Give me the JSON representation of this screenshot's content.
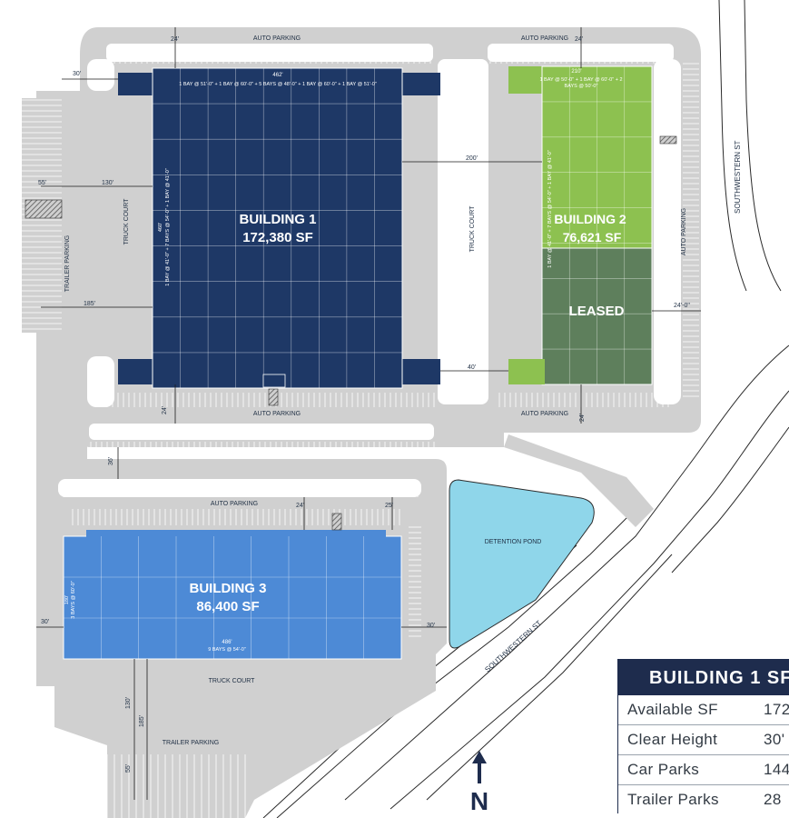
{
  "buildings": [
    {
      "id": "b1",
      "title": "BUILDING 1",
      "area": "172,380 SF",
      "width_dim": "462'",
      "height_dim": "460'",
      "bay_top": "1 BAY @ 51'-0\" + 1 BAY @ 60'-0\" + 5 BAYS @ 48'-0\" + 1 BAY @ 60'-0\" + 1 BAY @ 51'-0\"",
      "bay_side": "1 BAY @ 41'-0\" + 7 BAYS @ 54'-0\" + 1 BAY @ 41'-0\"",
      "color": "#1e3866"
    },
    {
      "id": "b2",
      "title": "BUILDING 2",
      "area": "76,621 SF",
      "width_dim": "210'",
      "bay_top_1": "1 BAY @ 50'-0\" + 1 BAY @ 60'-0\" + 2",
      "bay_top_2": "BAYS @ 50'-0\"",
      "bay_side": "1 BAY @ 41'-0\" + 7 BAYS @ 54'-0\" + 1 BAY @ 41'-0\"",
      "leased_label": "LEASED",
      "color": "#8dc150",
      "leased_color": "#5e7f5c"
    },
    {
      "id": "b3",
      "title": "BUILDING 3",
      "area": "86,400 SF",
      "width_dim": "486'",
      "height_dim": "180'",
      "bay_bottom": "9 BAYS @ 54'-0\"",
      "bay_side": "3 BAYS @ 60'-0\"",
      "color": "#4d8ad6"
    }
  ],
  "labels": {
    "auto_parking": "AUTO PARKING",
    "truck_court": "TRUCK COURT",
    "trailer_parking": "TRAILER PARKING",
    "detention_pond": "DETENTION POND",
    "street": "SOUTHWESTERN ST"
  },
  "dimensions": {
    "d24": "24'",
    "d30": "30'",
    "d55": "55'",
    "d130": "130'",
    "d185": "185'",
    "d200": "200'",
    "d40": "40'",
    "d36": "36'",
    "d25": "25'",
    "d24_0": "24'-0\""
  },
  "colors": {
    "pavement": "#d0d0d0",
    "pond": "#8fd6ea",
    "panel_header": "#1e2c4d"
  },
  "panel": {
    "title": "BUILDING 1 SF",
    "rows": [
      {
        "key": "Available SF",
        "value": "172"
      },
      {
        "key": "Clear Height",
        "value": "30'"
      },
      {
        "key": "Car Parks",
        "value": "144"
      },
      {
        "key": "Trailer Parks",
        "value": "28"
      }
    ]
  },
  "north": {
    "letter": "N",
    "icon": "north-arrow-icon"
  }
}
